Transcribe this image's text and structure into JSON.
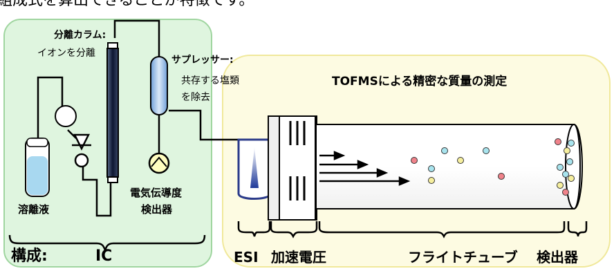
{
  "top_text": "組成式を算出できることが特徴です。",
  "ic_box": {
    "separation_column_title": "分離カラム",
    "separation_column_colon": ":",
    "separation_column_desc": "イオンを分離",
    "suppressor_title": "サプレッサー",
    "suppressor_colon": ":",
    "suppressor_desc_line1": "共存する塩類",
    "suppressor_desc_line2": "を除去",
    "eluent_label": "溶離液",
    "detector_label_line1": "電気伝導度",
    "detector_label_line2": "検出器",
    "bottom_left_label": "構成:",
    "ic_label": "IC"
  },
  "tofms_box": {
    "title": "TOFMSによる精密な質量の測定",
    "esi_label": "ESI",
    "accel_label": "加速電圧",
    "flight_tube_label": "フライトチューブ",
    "detector_label": "検出器"
  },
  "colors": {
    "ic_bg": "#dff5df",
    "ic_border": "#9fd59f",
    "tofms_bg": "#fdfbe2",
    "tofms_border": "#f0e89a",
    "ion_red": "#f0828a",
    "ion_cyan": "#a8e4ee",
    "ion_yellow": "#f6ef9e",
    "column_fill": "#1a2440",
    "suppressor_fill": "#a9c8ec",
    "eluent_fill": "#a8d8f0"
  }
}
